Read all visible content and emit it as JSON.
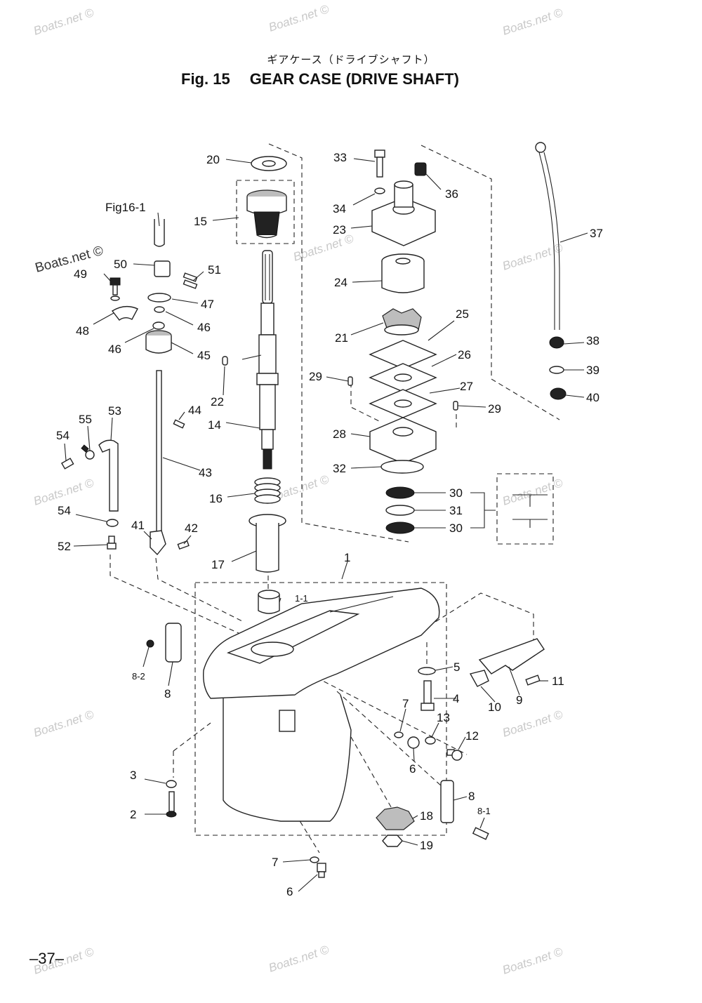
{
  "header": {
    "japanese_title": "ギアケース（ドライブシャフト）",
    "figure_number": "Fig. 15",
    "figure_title": "GEAR CASE (DRIVE SHAFT)"
  },
  "watermark": {
    "text": "Boats.net ©"
  },
  "reference": {
    "fig16": "Fig16-1"
  },
  "callouts": {
    "c1": "1",
    "c1_1": "1-1",
    "c2": "2",
    "c3": "3",
    "c4": "4",
    "c5": "5",
    "c6a": "6",
    "c6b": "6",
    "c7a": "7",
    "c7b": "7",
    "c8a": "8",
    "c8b": "8",
    "c8_1": "8-1",
    "c8_2": "8-2",
    "c9": "9",
    "c10": "10",
    "c11": "11",
    "c12": "12",
    "c13": "13",
    "c14": "14",
    "c15": "15",
    "c16": "16",
    "c17": "17",
    "c18": "18",
    "c19": "19",
    "c20": "20",
    "c21": "21",
    "c22": "22",
    "c23": "23",
    "c24": "24",
    "c25": "25",
    "c26": "26",
    "c27": "27",
    "c28": "28",
    "c29a": "29",
    "c29b": "29",
    "c30a": "30",
    "c30b": "30",
    "c31": "31",
    "c32": "32",
    "c33": "33",
    "c34": "34",
    "c36": "36",
    "c37": "37",
    "c38": "38",
    "c39": "39",
    "c40": "40",
    "c41": "41",
    "c42": "42",
    "c43": "43",
    "c44": "44",
    "c45": "45",
    "c46a": "46",
    "c46b": "46",
    "c47": "47",
    "c48": "48",
    "c49": "49",
    "c50": "50",
    "c51": "51",
    "c52": "52",
    "c53": "53",
    "c54a": "54",
    "c54b": "54",
    "c55": "55"
  },
  "footer": {
    "page_number": "–37–"
  }
}
